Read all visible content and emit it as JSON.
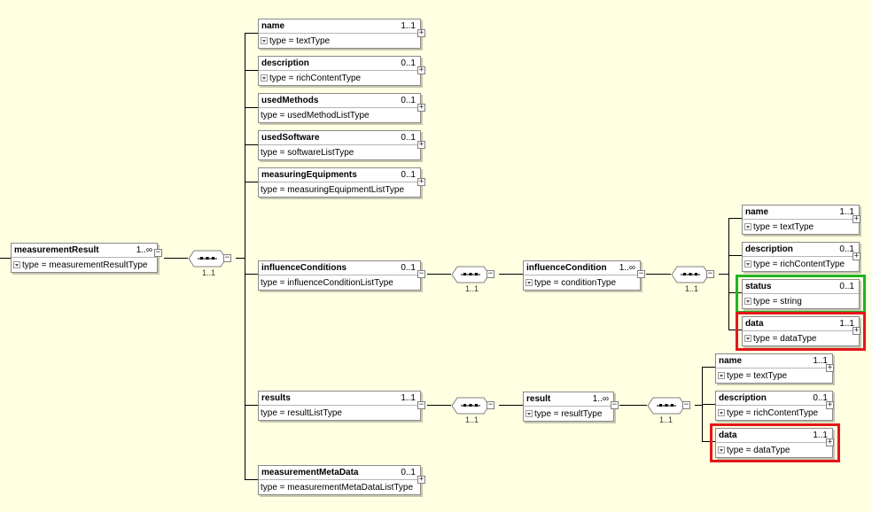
{
  "nodes": {
    "root": {
      "name": "measurementResult",
      "card": "1..∞",
      "type": "type = measurementResultType"
    },
    "name1": {
      "name": "name",
      "card": "1..1",
      "type": "type = textType"
    },
    "desc1": {
      "name": "description",
      "card": "0..1",
      "type": "type = richContentType"
    },
    "usedMethods": {
      "name": "usedMethods",
      "card": "0..1",
      "type": "type = usedMethodListType"
    },
    "usedSoftware": {
      "name": "usedSoftware",
      "card": "0..1",
      "type": "type = softwareListType"
    },
    "measuringEquipments": {
      "name": "measuringEquipments",
      "card": "0..1",
      "type": "type = measuringEquipmentListType"
    },
    "influenceConditions": {
      "name": "influenceConditions",
      "card": "0..1",
      "type": "type = influenceConditionListType"
    },
    "results": {
      "name": "results",
      "card": "1..1",
      "type": "type = resultListType"
    },
    "measurementMetaData": {
      "name": "measurementMetaData",
      "card": "0..1",
      "type": "type = measurementMetaDataListType"
    },
    "influenceCondition": {
      "name": "influenceCondition",
      "card": "1..∞",
      "type": "type = conditionType"
    },
    "result": {
      "name": "result",
      "card": "1..∞",
      "type": "type = resultType"
    },
    "icName": {
      "name": "name",
      "card": "1..1",
      "type": "type = textType"
    },
    "icDesc": {
      "name": "description",
      "card": "0..1",
      "type": "type = richContentType"
    },
    "icStatus": {
      "name": "status",
      "card": "0..1",
      "type": "type = string"
    },
    "icData": {
      "name": "data",
      "card": "1..1",
      "type": "type = dataType"
    },
    "rName": {
      "name": "name",
      "card": "1..1",
      "type": "type = textType"
    },
    "rDesc": {
      "name": "description",
      "card": "0..1",
      "type": "type = richContentType"
    },
    "rData": {
      "name": "data",
      "card": "1..1",
      "type": "type = dataType"
    }
  },
  "sequences": {
    "seq1": {
      "card": "1..1"
    },
    "seq2": {
      "card": "1..1"
    },
    "seq3": {
      "card": "1..1"
    },
    "seq4": {
      "card": "1..1"
    },
    "seq5": {
      "card": "1..1"
    }
  },
  "icons": {
    "expanded": "minus-icon",
    "collapsed": "plus-icon",
    "type-dropdown": "dropdown-icon",
    "sequence": "sequence-compositor-icon"
  },
  "highlights": {
    "green": "#22b322",
    "red": "#e21818"
  }
}
